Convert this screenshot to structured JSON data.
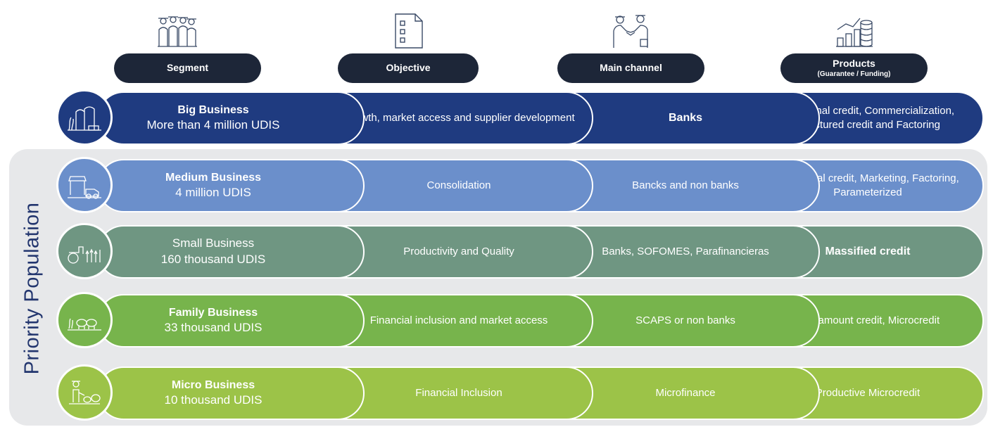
{
  "side_label": "Priority Population",
  "headers": [
    {
      "label": "Segment",
      "sub": "",
      "icon": "farmers-group-icon"
    },
    {
      "label": "Objective",
      "sub": "",
      "icon": "document-icon"
    },
    {
      "label": "Main channel",
      "sub": "",
      "icon": "handshake-icon"
    },
    {
      "label": "Products",
      "sub": "(Guarantee  /  Funding)",
      "icon": "coins-chart-icon"
    }
  ],
  "rows": [
    {
      "segment": "Big Business",
      "amount": "More than 4 million UDIS",
      "objective": "Growth, market access and supplier development",
      "channel": "Banks",
      "products": "Traditional credit, Commercialization, Structured credit and Factoring",
      "color": "#1f3b80",
      "icon": "farm-silo-icon"
    },
    {
      "segment": "Medium Business",
      "amount": "4 million UDIS",
      "objective": "Consolidation",
      "channel": "Bancks and non banks",
      "products": "Traditional credit, Marketing, Factoring, Parameterized",
      "color": "#6b8fcb",
      "icon": "market-truck-icon"
    },
    {
      "segment": "Small Business",
      "amount": "160 thousand UDIS",
      "objective": "Productivity and Quality",
      "channel": "Banks, SOFOMES, Parafinancieras",
      "products": "Massified credit",
      "color": "#6f9682",
      "icon": "tractor-crops-icon"
    },
    {
      "segment": "Family Business",
      "amount": "33 thousand UDIS",
      "objective": "Financial inclusion and market access",
      "channel": "SCAPS or non banks",
      "products": "Low amount credit, Microcredit",
      "color": "#77b44c",
      "icon": "livestock-icon"
    },
    {
      "segment": "Micro Business",
      "amount": "10 thousand UDIS",
      "objective": "Financial Inclusion",
      "channel": "Microfinance",
      "products": "Productive Microcredit",
      "color": "#9cc348",
      "icon": "farmer-animals-icon"
    }
  ]
}
